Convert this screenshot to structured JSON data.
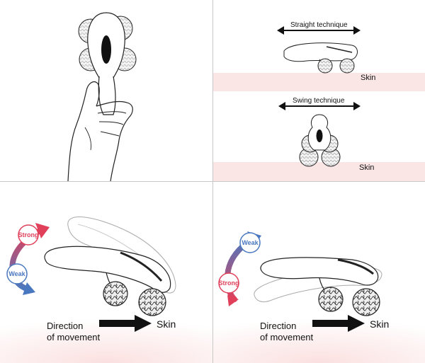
{
  "panel_top_right": {
    "straight_label": "Straight technique",
    "swing_label": "Swing technique",
    "skin_label_1": "Skin",
    "skin_label_2": "Skin"
  },
  "panel_bottom_left": {
    "strong_label": "Strong",
    "weak_label": "Weak",
    "direction_line1": "Direction",
    "direction_line2": "of movement",
    "skin_label": "Skin"
  },
  "panel_bottom_right": {
    "weak_label": "Weak",
    "strong_label": "Strong",
    "direction_line1": "Direction",
    "direction_line2": "of movement",
    "skin_label": "Skin"
  },
  "colors": {
    "strong": "#e0405a",
    "weak": "#4a78c0",
    "skin": "#fbe6e6",
    "line": "#222222"
  }
}
